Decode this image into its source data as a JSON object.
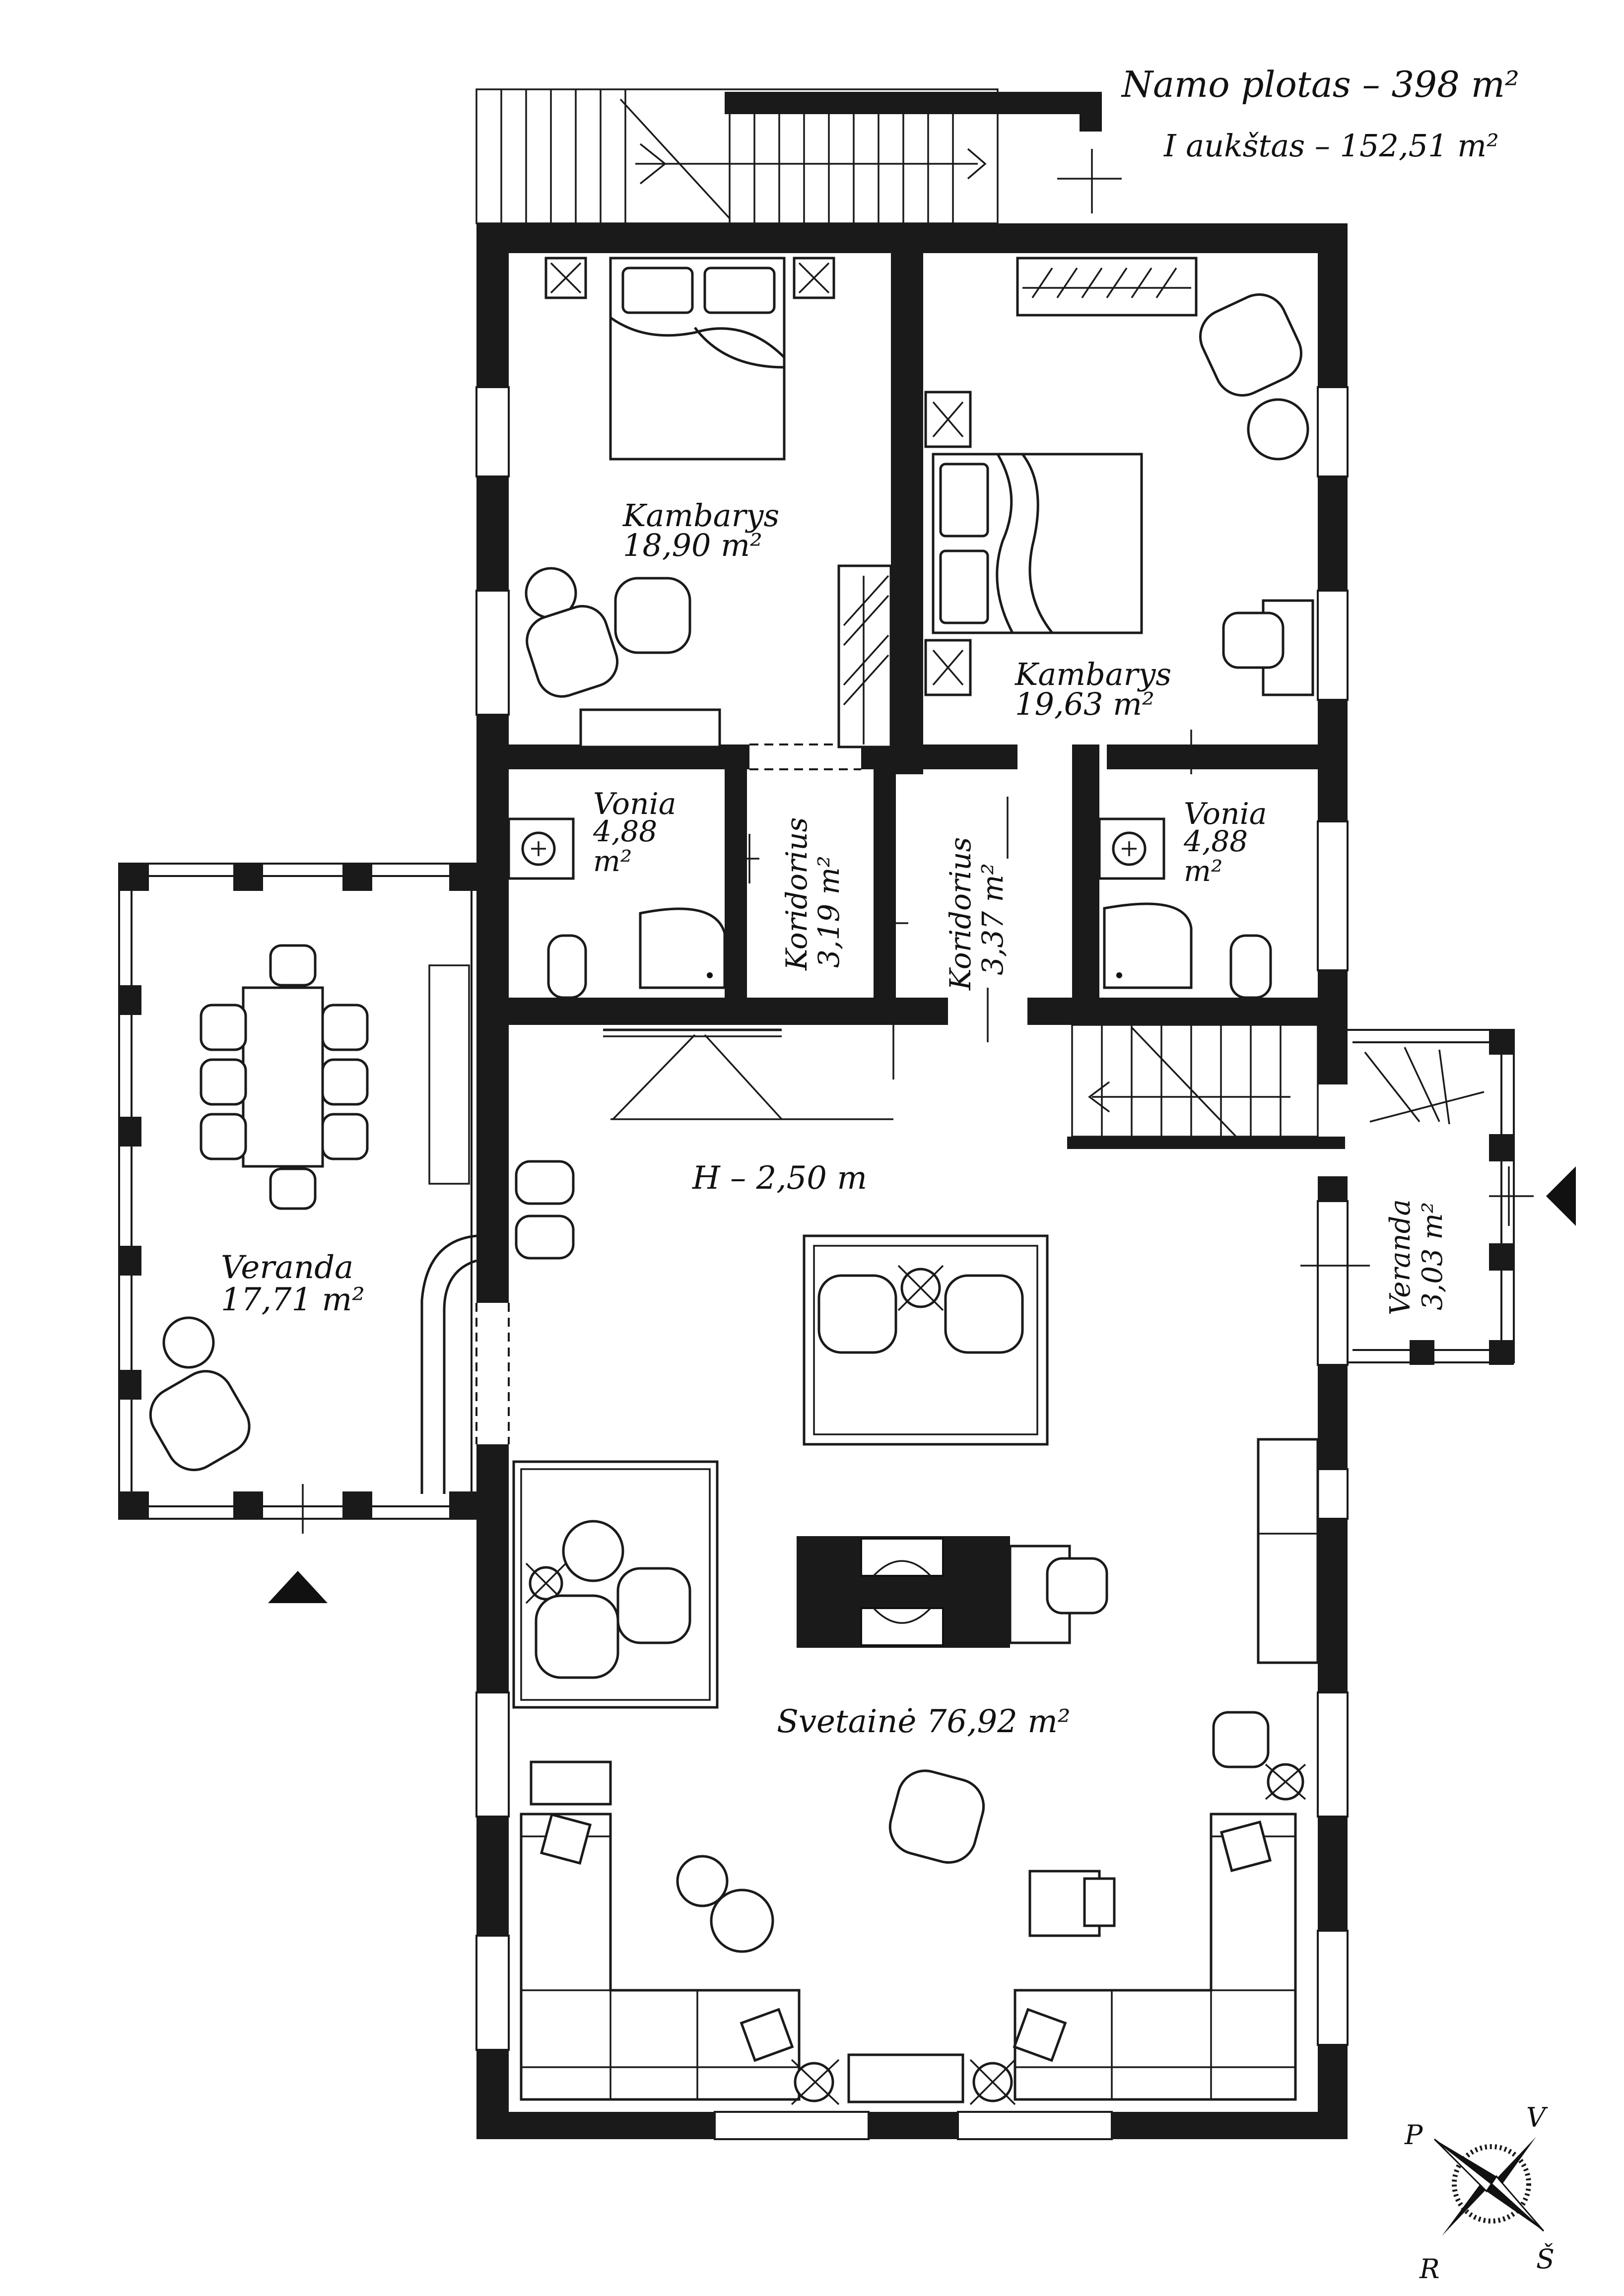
{
  "header": {
    "total_area": "Namo plotas – 398 m²",
    "floor_area": "I aukštas – 152,51 m²"
  },
  "rooms": {
    "bedroom1_name": "Kambarys",
    "bedroom1_area": "18,90 m²",
    "bedroom2_name": "Kambarys",
    "bedroom2_area": "19,63 m²",
    "bath1_name": "Vonia",
    "bath1_area_num": "4,88",
    "bath1_area_unit": "m²",
    "bath2_name": "Vonia",
    "bath2_area_num": "4,88",
    "bath2_area_unit": "m²",
    "corridor1_name": "Koridorius",
    "corridor1_area": "3,19 m²",
    "corridor2_name": "Koridorius",
    "corridor2_area": "3,37 m²",
    "veranda_west_name": "Veranda",
    "veranda_west_area": "17,71 m²",
    "veranda_east_name": "Veranda",
    "veranda_east_area": "3,03 m²",
    "living_label": "Svetainė 76,92 m²",
    "ceiling_height": "H – 2,50 m"
  },
  "compass": {
    "west": "P",
    "north": "V",
    "east": "Š",
    "south": "R"
  },
  "colors": {
    "wall": "#1a1a1a",
    "background": "#ffffff"
  }
}
